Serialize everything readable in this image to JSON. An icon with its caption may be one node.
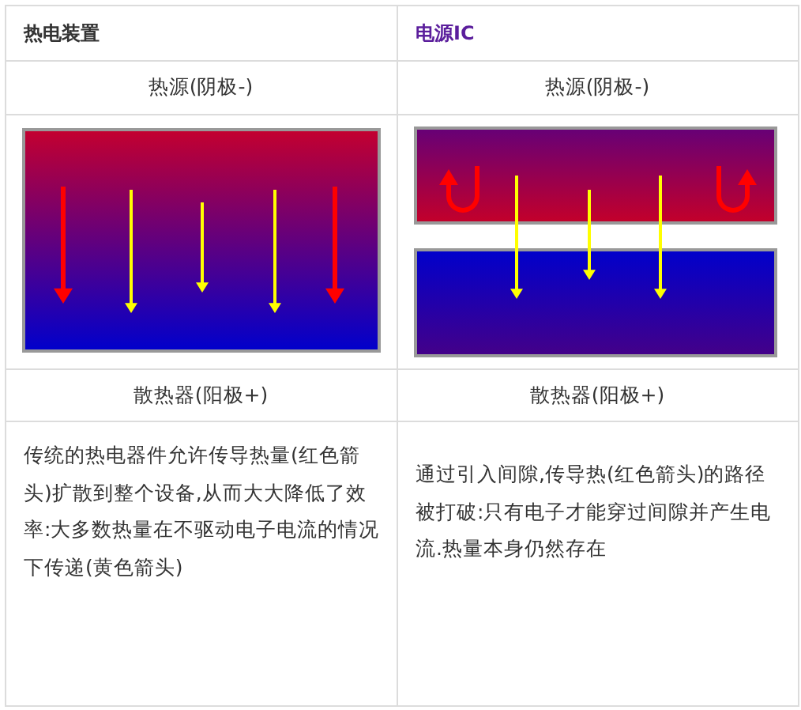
{
  "diagram": {
    "labels": [
      "热电装置",
      "电源IC",
      "热源(阴极-)",
      "热源(阴极-)",
      "散热器(阳极+)",
      "散热器(阳极+)",
      "传统的热电器件允许传导热量(红色箭头)扩散到整个设备,从而大大降低了效率:大多数热量在不驱动电子电流的情况下传递(黄色箭头)",
      "通过引入间隙,传导热(红色箭头)的路径被打破:只有电子才能穿过间隙并产生电流.热量本身仍然存在"
    ]
  }
}
